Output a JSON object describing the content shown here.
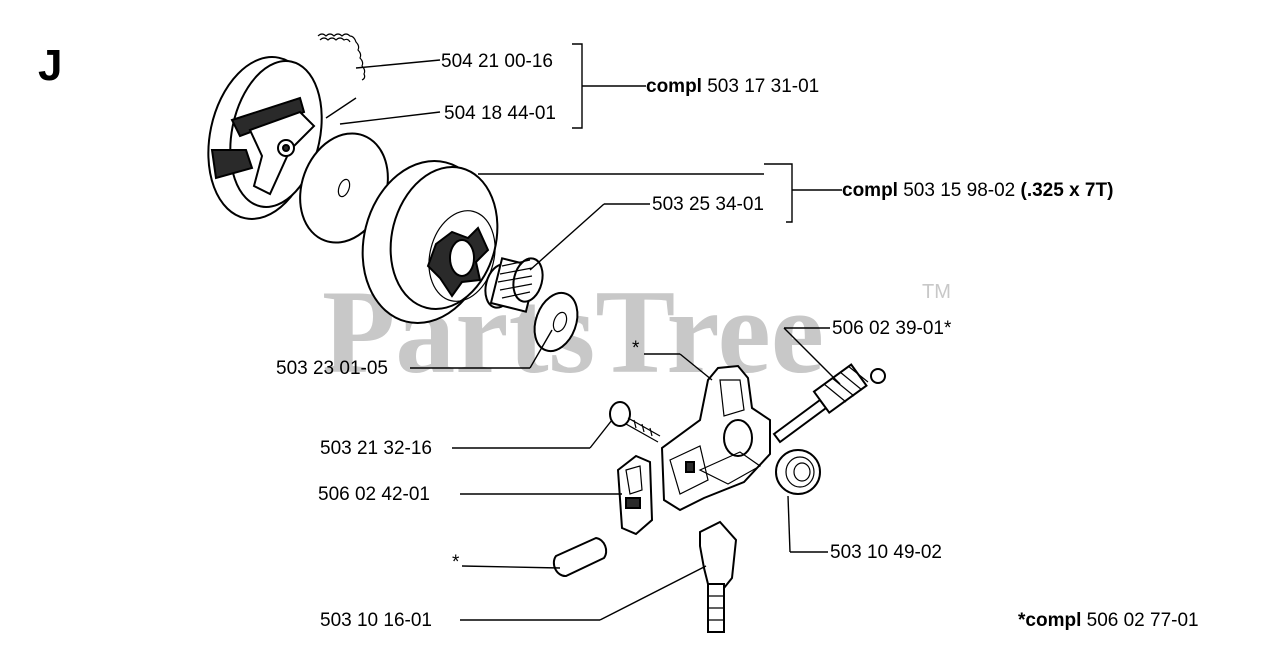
{
  "section_letter": "J",
  "watermark": {
    "text": "PartsTree",
    "trademark": "TM"
  },
  "labels": {
    "spring": "504 21 00-16",
    "clutch_compl": {
      "bold": "compl",
      "rest": " 503 17 31-01"
    },
    "washer": "504 18 44-01",
    "drum_compl": {
      "bold": "compl",
      "rest": " 503 15 98-02 ",
      "bold2": "(.325 x 7T)"
    },
    "needle_bearing": "503 25 34-01",
    "washer2": "503 23 01-05",
    "shaft": "506 02 39-01*",
    "star": "*",
    "screw": "503 21 32-16",
    "pump_part": "506 02 42-01",
    "worm": "503 10 49-02",
    "plug_star": "*",
    "hose": "503 10 16-01",
    "oilpump_compl": {
      "bold": "*compl",
      "rest": " 506 02 77-01"
    }
  }
}
